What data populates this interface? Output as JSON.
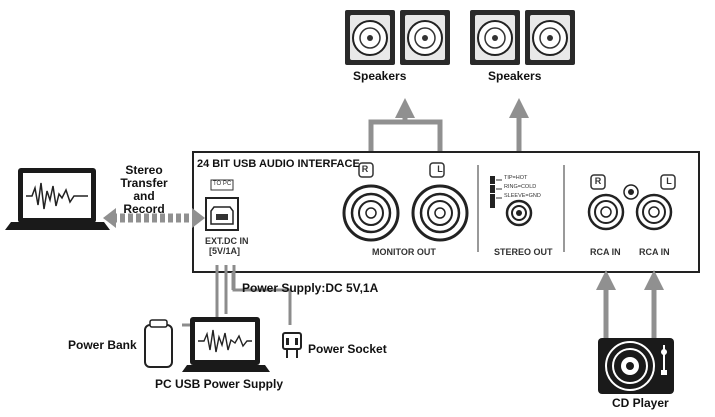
{
  "interface": {
    "title": "24 BIT USB AUDIO INTERFACE",
    "to_pc": "TO PC",
    "ext_dc_line1": "EXT.DC IN",
    "ext_dc_line2": "[5V/1A]",
    "monitor_out": "MONITOR OUT",
    "stereo_out": "STEREO OUT",
    "rca_in_left_label": "RCA IN",
    "rca_in_right_label": "RCA IN",
    "port_r_1": "R",
    "port_l_1": "L",
    "port_r_2": "R",
    "port_l_2": "L",
    "tip_hot": "TIP=HOT",
    "ring_cold": "RING=COLD",
    "sleeve_gnd": "SLEEVE=GND"
  },
  "labels": {
    "speakers_left": "Speakers",
    "speakers_right": "Speakers",
    "stereo_transfer_1": "Stereo",
    "stereo_transfer_2": "Transfer",
    "stereo_transfer_3": "and",
    "stereo_transfer_4": "Record",
    "power_supply": "Power Supply:DC 5V,1A",
    "power_bank": "Power Bank",
    "pc_usb_power": "PC USB Power Supply",
    "power_socket": "Power Socket",
    "cd_player": "CD Player"
  },
  "colors": {
    "line_gray": "#8c8c8c",
    "arrow_gray": "#909090",
    "device_dark": "#1a1a1a",
    "panel_border": "#222222"
  }
}
